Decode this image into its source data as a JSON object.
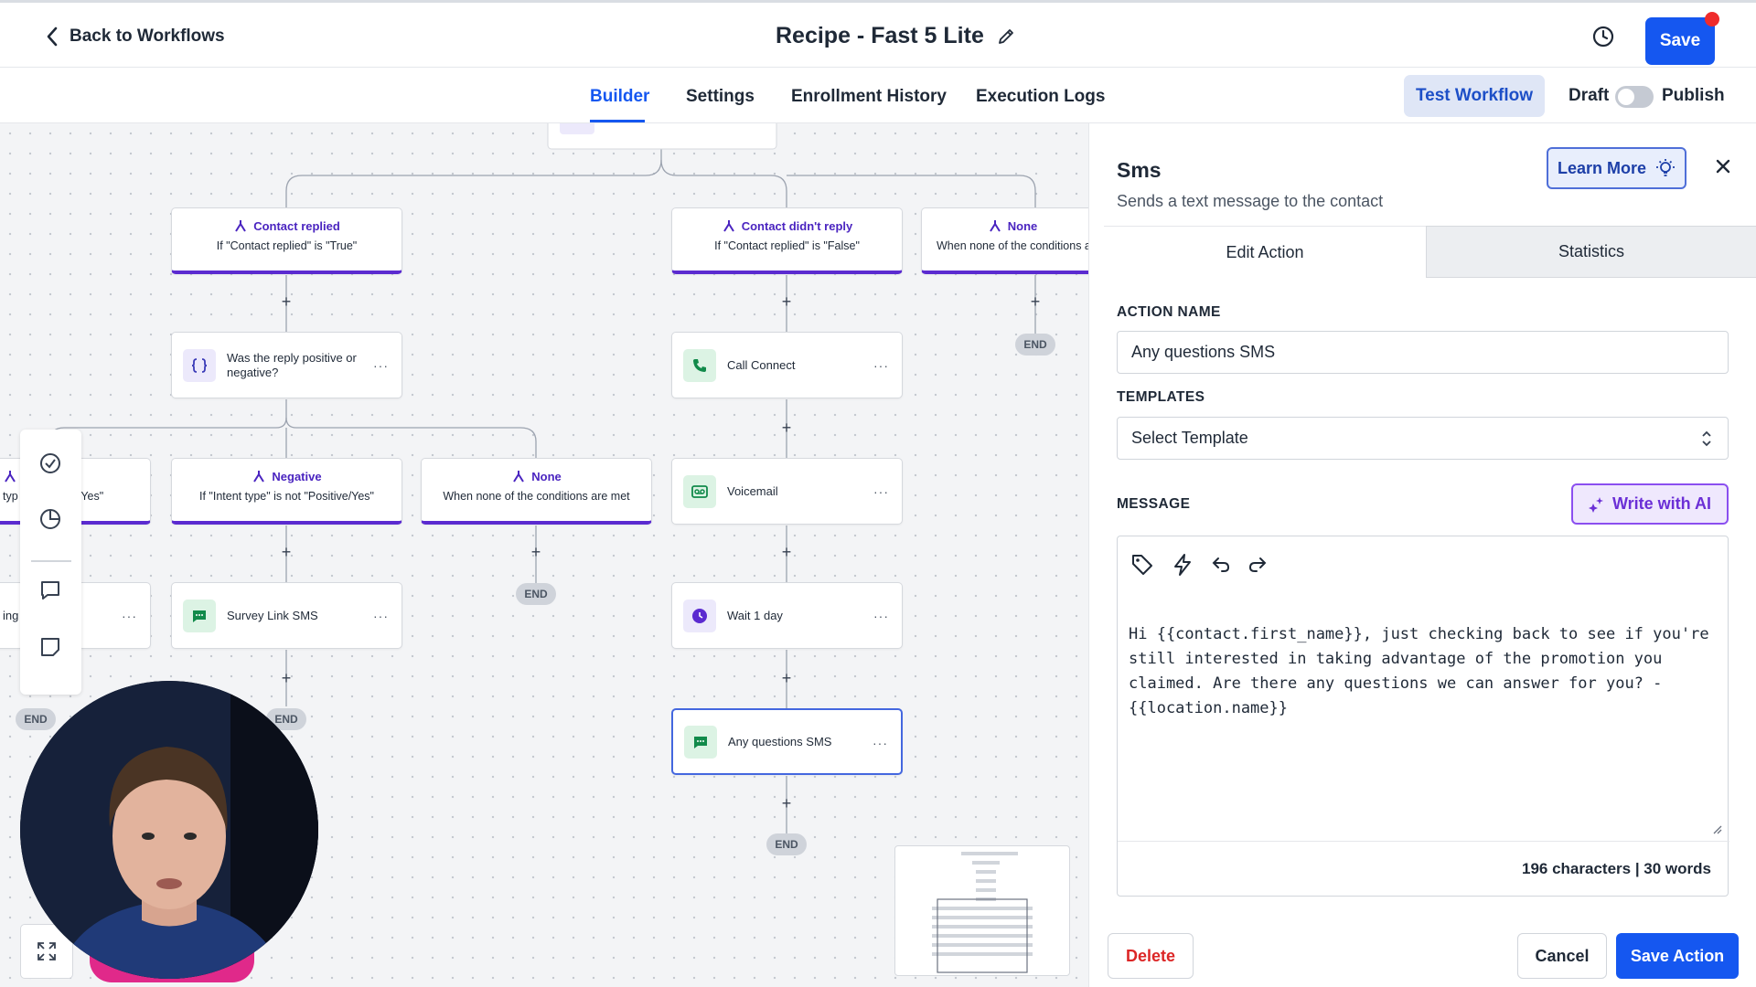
{
  "header": {
    "back_label": "Back to Workflows",
    "title": "Recipe - Fast 5 Lite",
    "save_label": "Save"
  },
  "nav": {
    "tabs": [
      {
        "label": "Builder",
        "active": true
      },
      {
        "label": "Settings"
      },
      {
        "label": "Enrollment History"
      },
      {
        "label": "Execution Logs"
      }
    ],
    "test_workflow_label": "Test Workflow",
    "draft_label": "Draft",
    "publish_label": "Publish",
    "published": false
  },
  "canvas": {
    "branches": [
      {
        "title": "Contact replied",
        "subtitle": "If \"Contact replied\" is \"True\""
      },
      {
        "title": "Contact didn't reply",
        "subtitle": "If \"Contact replied\" is \"False\""
      },
      {
        "title": "None",
        "subtitle": "When none of the conditions are met"
      },
      {
        "title": "Negative",
        "subtitle": "If \"Intent type\" is not \"Positive/Yes\""
      },
      {
        "title": "None",
        "subtitle": "When none of the conditions are met"
      },
      {
        "title": "",
        "subtitle": "ve/Yes\""
      }
    ],
    "actions": [
      {
        "label": "Was the reply positive or negative?"
      },
      {
        "label": "Call Connect"
      },
      {
        "label": "Voicemail"
      },
      {
        "label": "Survey Link SMS"
      },
      {
        "label": "Wait 1 day"
      },
      {
        "label": "Any questions SMS",
        "selected": true
      }
    ],
    "end_label": "END",
    "edge_fragment": "ing",
    "edge_fragment_2": "typ"
  },
  "panel": {
    "title": "Sms",
    "subtitle": "Sends a text message to the contact",
    "learn_more_label": "Learn More",
    "tabs": [
      "Edit Action",
      "Statistics"
    ],
    "action_name_label": "ACTION NAME",
    "action_name_value": "Any questions SMS",
    "templates_label": "TEMPLATES",
    "templates_value": "Select Template",
    "message_label": "MESSAGE",
    "write_ai_label": "Write with AI",
    "message_text": "Hi {{contact.first_name}}, just checking back to see if you're still interested in taking advantage of the promotion you claimed. Are there any questions we can answer for you? - {{location.name}}",
    "counter": "196 characters | 30 words",
    "delete_label": "Delete",
    "cancel_label": "Cancel",
    "save_action_label": "Save Action"
  },
  "colors": {
    "primary": "#1557f0",
    "branch_accent": "#5b2bd0",
    "danger": "#dc2626",
    "ai_accent": "#8b4ff0"
  }
}
